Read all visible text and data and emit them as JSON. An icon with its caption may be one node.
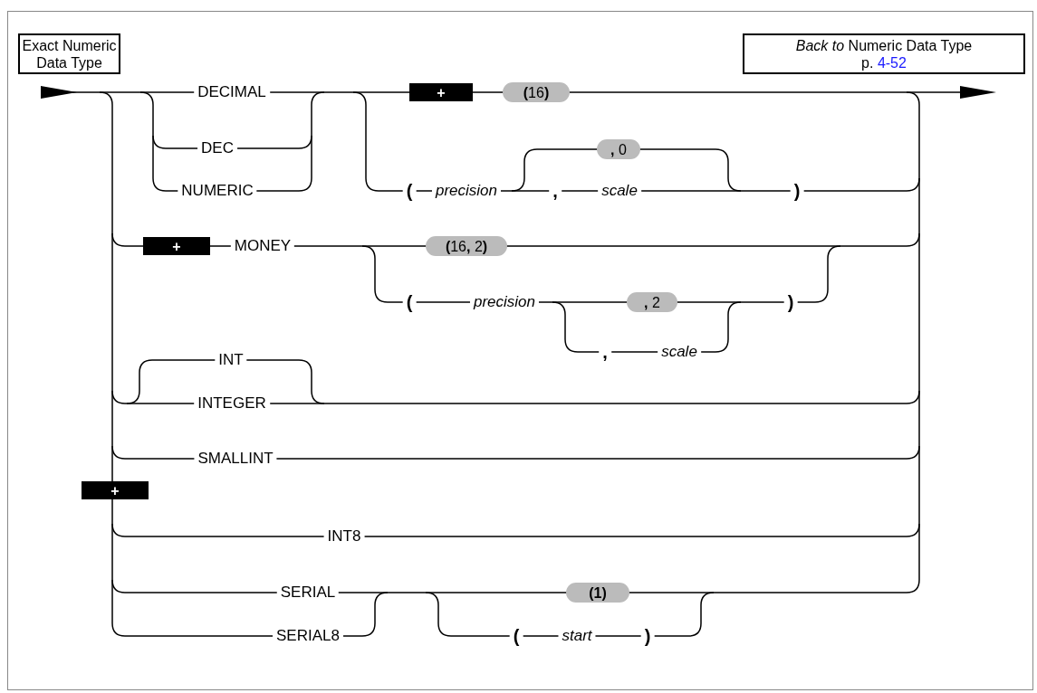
{
  "diagram": {
    "nodes": [
      {
        "text": [
          "Exact Numeric Data Type"
        ]
      },
      {
        "text": [
          "*Back to* Numeric Data Type",
          "p. 4-52"
        ]
      },
      {
        "text": [
          "+"
        ]
      },
      {
        "text": [
          "**(**16**)**"
        ]
      },
      {
        "text": [
          "**,** 0"
        ]
      },
      {
        "text": [
          "+"
        ]
      },
      {
        "text": [
          "**(**16**,** 2**)**"
        ]
      },
      {
        "text": [
          "**,** 2"
        ]
      },
      {
        "text": [
          "+"
        ]
      },
      {
        "text": [
          "(1)"
        ]
      }
    ],
    "labels": [
      "DECIMAL",
      "DEC",
      "NUMERIC",
      "(",
      "precision",
      ",",
      "scale",
      ")",
      "MONEY",
      "(",
      "precision",
      ")",
      ",",
      "scale",
      "INT",
      "INTEGER",
      "SMALLINT",
      "INT8",
      "SERIAL",
      "SERIAL8",
      "(",
      "start",
      ")"
    ]
  }
}
